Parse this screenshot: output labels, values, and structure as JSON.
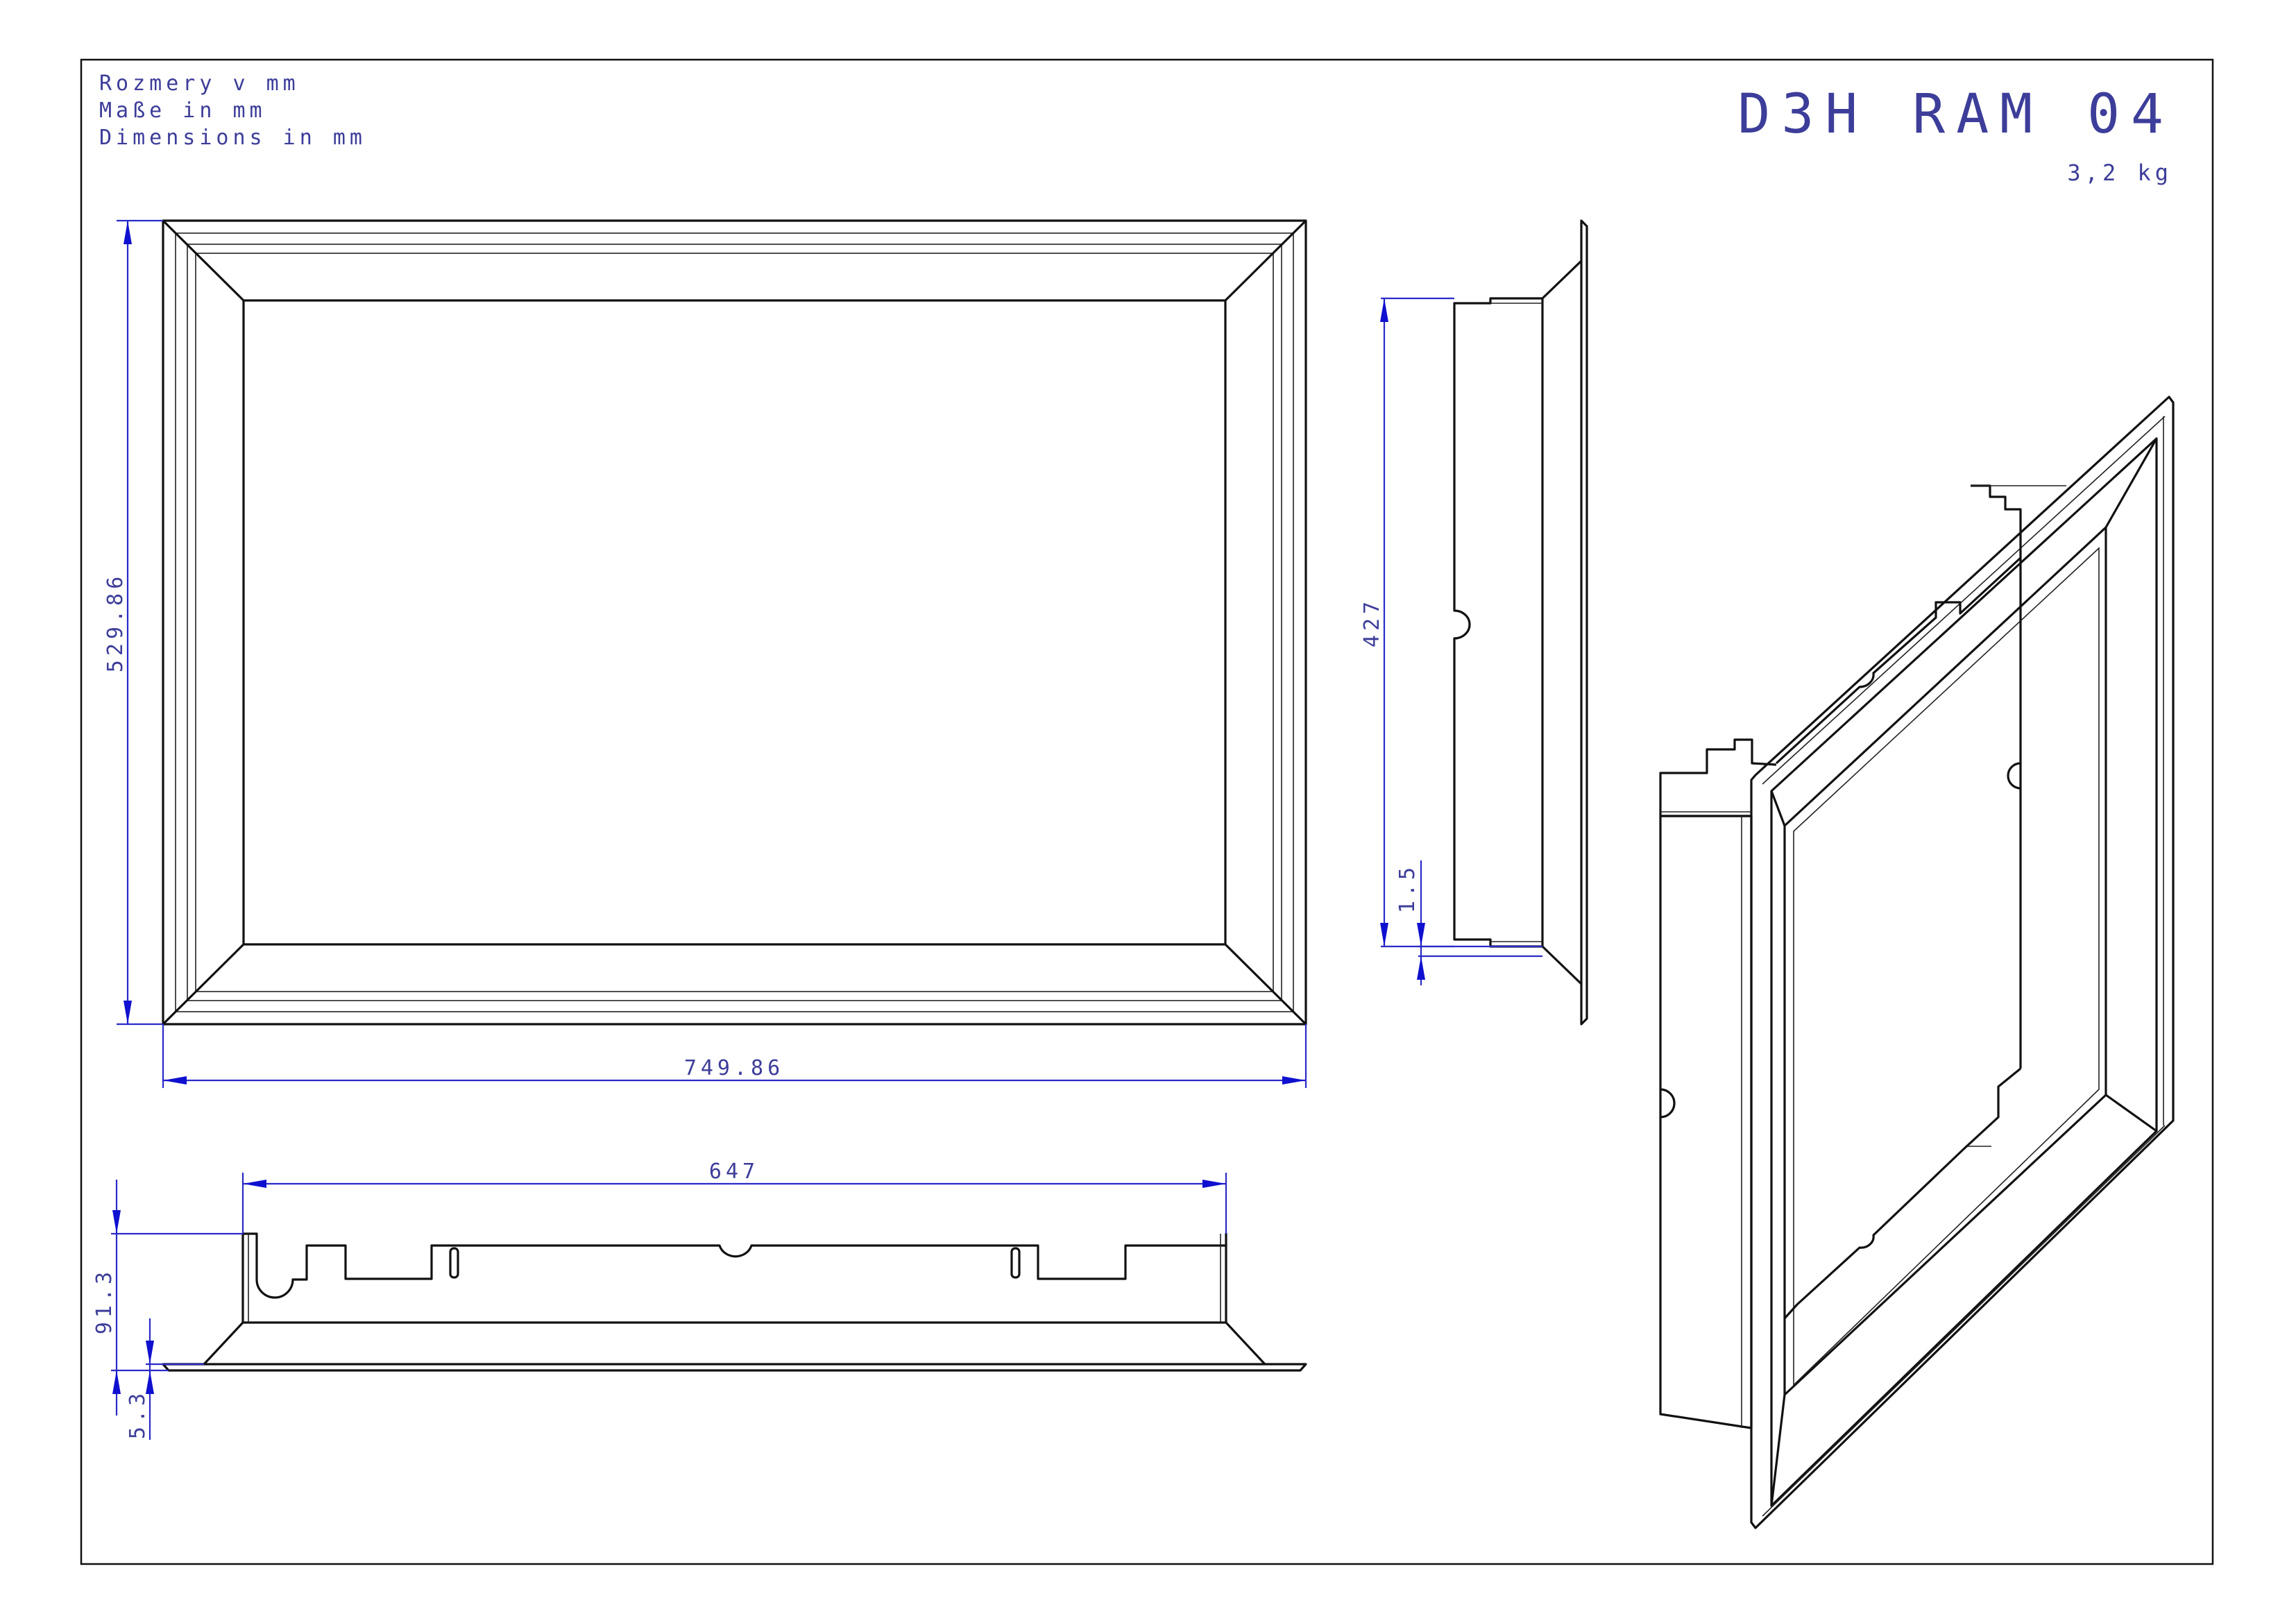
{
  "header": {
    "units": [
      "Rozmery v mm",
      "Maße in mm",
      "Dimensions in mm"
    ],
    "title": "D3H RAM 04",
    "weight": "3,2 kg"
  },
  "dimensions": {
    "front_height": "529.86",
    "front_width": "749.86",
    "side_height": "427",
    "side_offset": "1.5",
    "bottom_width": "647",
    "bottom_depth": "91.3",
    "bottom_flange": "5.3"
  },
  "colors": {
    "annotation": "#3d3d9a",
    "dimension_line": "#2a2ac8",
    "outline": "#111111"
  }
}
